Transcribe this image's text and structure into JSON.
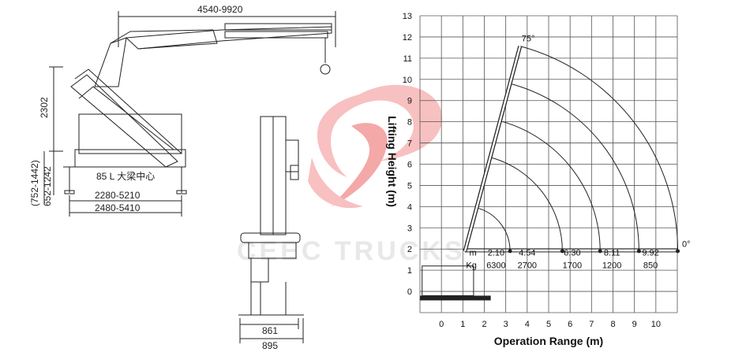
{
  "colors": {
    "line": "#222222",
    "grid": "#555555",
    "logo": "#f7b6b6",
    "watermark": "#e6e6e6"
  },
  "watermark": {
    "text": "CEEC TRUCKS"
  },
  "side_view": {
    "top_dimension": "4540-9920",
    "left_height": "2302",
    "left_lower_a": "(752-1442)",
    "left_lower_b": "652-1242",
    "base_label": "85 L 大梁中心",
    "dim_inner": "2280-5210",
    "dim_outer": "2480-5410"
  },
  "front_view": {
    "dim_a": "861",
    "dim_b": "895"
  },
  "chart_data": {
    "type": "load-range",
    "xlabel": "Operation Range (m)",
    "ylabel": "Lifting Height (m)",
    "x_ticks": [
      "0",
      "1",
      "2",
      "3",
      "4",
      "5",
      "6",
      "7",
      "8",
      "9",
      "10"
    ],
    "y_ticks": [
      "0",
      "1",
      "2",
      "3",
      "4",
      "5",
      "6",
      "7",
      "8",
      "9",
      "10",
      "11",
      "12",
      "13"
    ],
    "xlim": [
      -1,
      11
    ],
    "ylim": [
      -1,
      13
    ],
    "angle_top": "75°",
    "angle_bottom": "0°",
    "range_m": [
      "2.10",
      "4.54",
      "6.30",
      "8.11",
      "9.92"
    ],
    "capacity_kg": [
      "6300",
      "2700",
      "1700",
      "1200",
      "850"
    ],
    "row_labels": {
      "range": "m",
      "load": "Kg"
    }
  }
}
